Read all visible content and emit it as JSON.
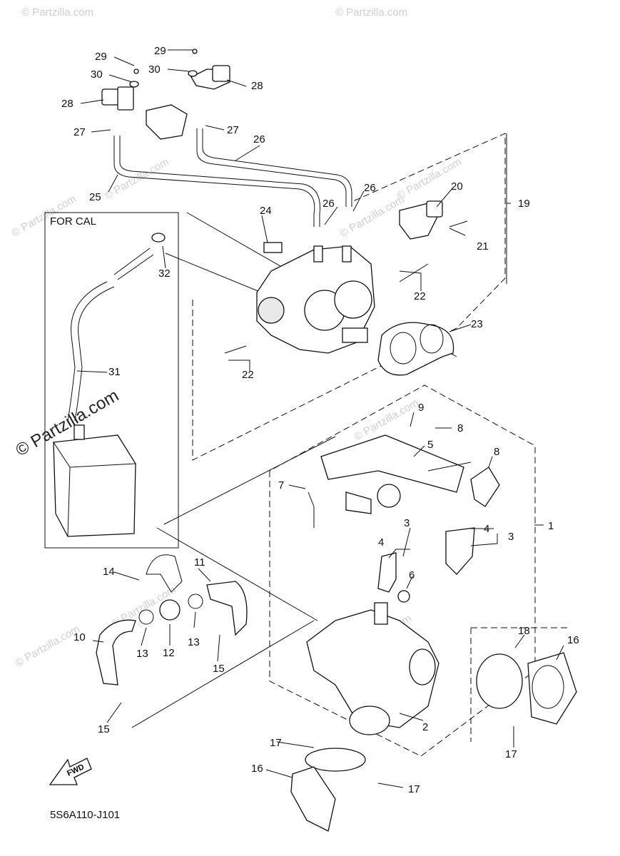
{
  "diagram": {
    "box_label": "FOR CAL",
    "fwd_label": "FWD",
    "part_code": "5S6A110-J101",
    "watermarks": [
      "© Partzilla.com",
      "© Partzilla.com",
      "© Partzilla.com",
      "© Partzilla.com",
      "© Partzilla.com",
      "© Partzilla.com",
      "© Partzilla.com",
      "© Partzilla.com",
      "© Partzilla.com",
      "© Partzilla.com"
    ],
    "watermark_main": "© Partzilla.com",
    "callouts": {
      "c29a": "29",
      "c29b": "29",
      "c30a": "30",
      "c30b": "30",
      "c28a": "28",
      "c28b": "28",
      "c27a": "27",
      "c27b": "27",
      "c26a": "26",
      "c26b": "26",
      "c26c": "26",
      "c25": "25",
      "c24": "24",
      "c20": "20",
      "c19": "19",
      "c21": "21",
      "c22a": "22",
      "c22b": "22",
      "c23": "23",
      "c32": "32",
      "c31": "31",
      "c9": "9",
      "c8a": "8",
      "c8b": "8",
      "c5": "5",
      "c7": "7",
      "c3a": "3",
      "c3b": "3",
      "c4a": "4",
      "c4b": "4",
      "c1": "1",
      "c6": "6",
      "c14": "14",
      "c11": "11",
      "c10": "10",
      "c13a": "13",
      "c13b": "13",
      "c12": "12",
      "c15a": "15",
      "c15b": "15",
      "c18": "18",
      "c16a": "16",
      "c16b": "16",
      "c17a": "17",
      "c17b": "17",
      "c17c": "17",
      "c2": "2"
    }
  }
}
